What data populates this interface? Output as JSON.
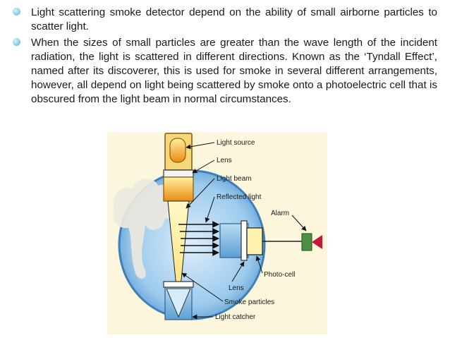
{
  "bullets": [
    "Light scattering smoke detector depend on the ability of small airborne particles to scatter light.",
    "When the sizes of small particles are greater than the wave length of the incident radiation, the light is scattered in different directions. Known as the ‘Tyndall Effect’, named after its discoverer, this is used for smoke in several different arrangements, however, all depend on light being scattered by smoke onto a photoelectric cell that is obscured from the light beam in normal circumstances."
  ],
  "diagram_labels": {
    "light_source": "Light source",
    "lens_top": "Lens",
    "light_beam": "Light beam",
    "reflected_light": "Reflected light",
    "alarm": "Alarm",
    "photo_cell": "Photo-cell",
    "lens_bottom": "Lens",
    "smoke_particles": "Smoke particles",
    "light_catcher": "Light catcher"
  },
  "colors": {
    "bullet": "#8fd1e2",
    "panel": "#fbf6dc",
    "chamber": "#6fb3e0",
    "lamp": "#f2a31b",
    "alarm": "#c4183a",
    "photo_cell": "#4d8f44"
  }
}
